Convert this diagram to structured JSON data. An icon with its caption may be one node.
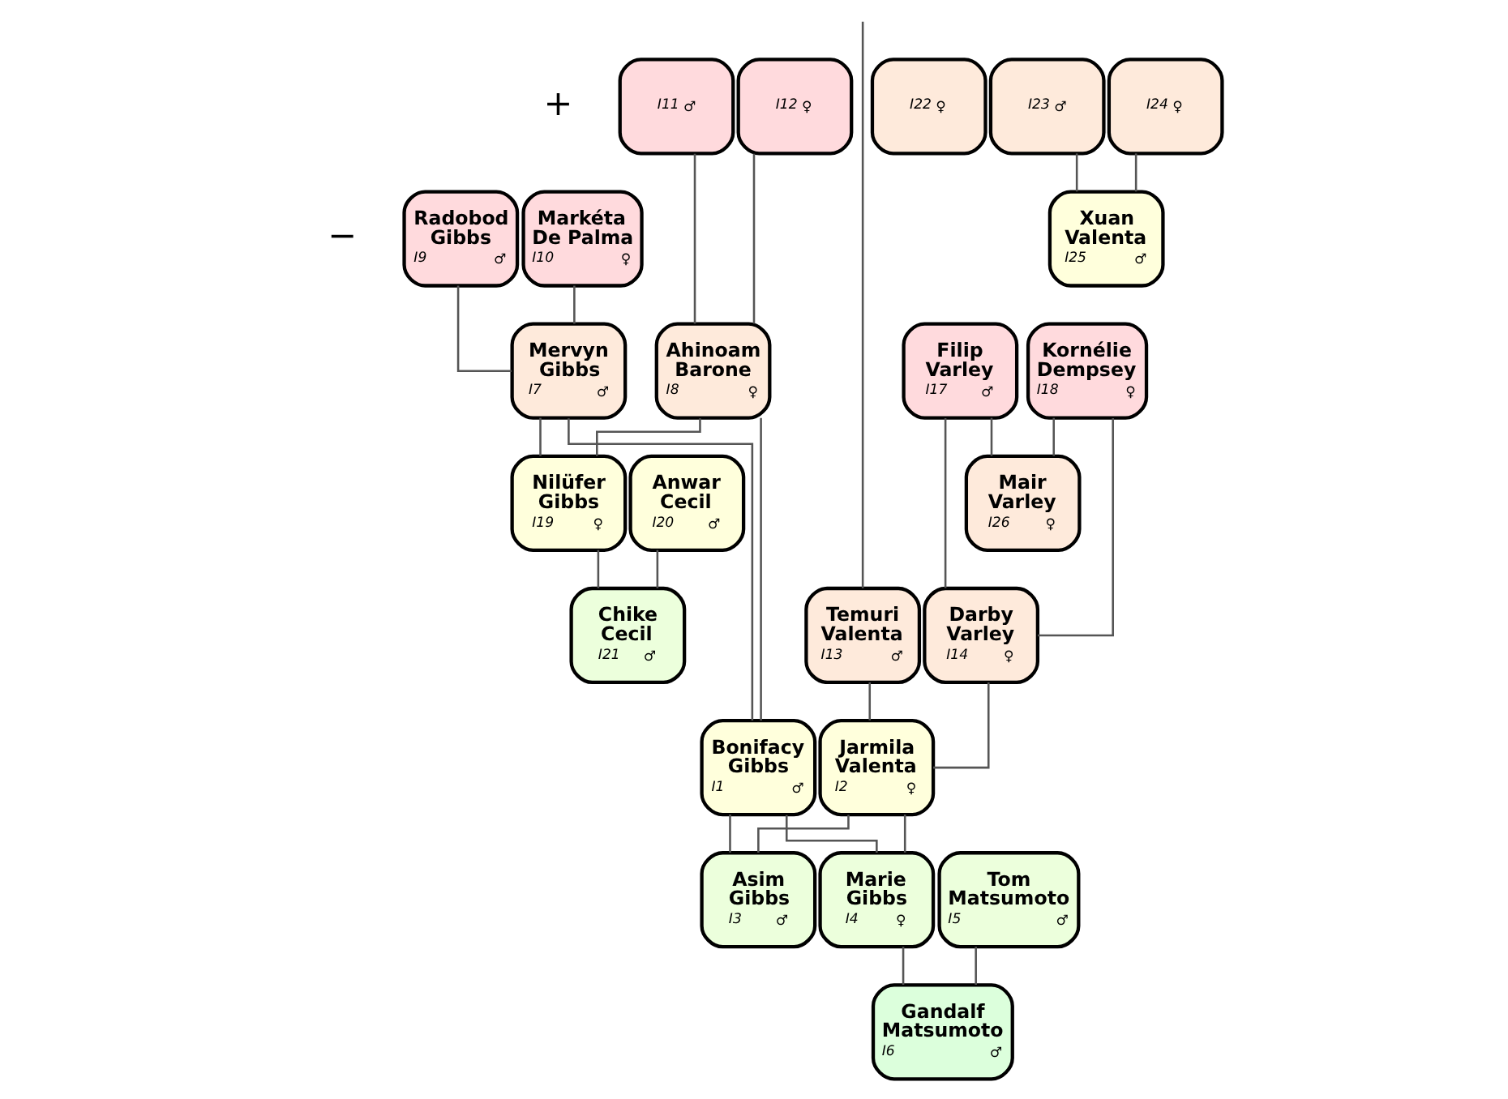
{
  "diagram": {
    "nodes": [
      {
        "text": [
          "I11",
          "♂"
        ]
      },
      {
        "text": [
          "I12",
          "♀"
        ]
      },
      {
        "text": [
          "I22",
          "♀"
        ]
      },
      {
        "text": [
          "I23",
          "♂"
        ]
      },
      {
        "text": [
          "I24",
          "♀"
        ]
      },
      {
        "text": [
          "Radobod Gibbs",
          "I9",
          "♂"
        ]
      },
      {
        "text": [
          "Markéta De Palma",
          "I10",
          "♀"
        ]
      },
      {
        "text": [
          "Xuan Valenta",
          "I25",
          "♂"
        ]
      },
      {
        "text": [
          "Mervyn Gibbs",
          "I7",
          "♂"
        ]
      },
      {
        "text": [
          "Ahinoam Barone",
          "I8",
          "♀"
        ]
      },
      {
        "text": [
          "Filip Varley",
          "I17",
          "♂"
        ]
      },
      {
        "text": [
          "Kornélie Dempsey",
          "I18",
          "♀"
        ]
      },
      {
        "text": [
          "Nilüfer Gibbs",
          "I19",
          "♀"
        ]
      },
      {
        "text": [
          "Anwar Cecil",
          "I20",
          "♂"
        ]
      },
      {
        "text": [
          "Mair Varley",
          "I26",
          "♀"
        ]
      },
      {
        "text": [
          "Chike Cecil",
          "I21",
          "♂"
        ]
      },
      {
        "text": [
          "Temuri Valenta",
          "I13",
          "♂"
        ]
      },
      {
        "text": [
          "Darby Varley",
          "I14",
          "♀"
        ]
      },
      {
        "text": [
          "Bonifacy Gibbs",
          "I1",
          "♂"
        ]
      },
      {
        "text": [
          "Jarmila Valenta",
          "I2",
          "♀"
        ]
      },
      {
        "text": [
          "Asim Gibbs",
          "I3",
          "♂"
        ]
      },
      {
        "text": [
          "Marie Gibbs",
          "I4",
          "♀"
        ]
      },
      {
        "text": [
          "Tom Matsumoto",
          "I5",
          "♂"
        ]
      },
      {
        "text": [
          "Gandalf Matsumoto",
          "I6",
          "♂"
        ]
      }
    ],
    "edges": [
      {
        "from": 0,
        "to": 9,
        "arrow": "none"
      },
      {
        "from": 1,
        "to": 9,
        "arrow": "none"
      },
      {
        "from": null,
        "to": 16,
        "arrow": "none"
      },
      {
        "from": 3,
        "to": 7,
        "arrow": "none"
      },
      {
        "from": 4,
        "to": 7,
        "arrow": "none"
      },
      {
        "from": 5,
        "to": 8,
        "arrow": "none"
      },
      {
        "from": 6,
        "to": 8,
        "arrow": "none"
      },
      {
        "from": 8,
        "to": 12,
        "arrow": "none"
      },
      {
        "from": 9,
        "to": 12,
        "arrow": "none"
      },
      {
        "from": 8,
        "to": 18,
        "arrow": "none"
      },
      {
        "from": 9,
        "to": 18,
        "arrow": "none"
      },
      {
        "from": 10,
        "to": 17,
        "arrow": "none"
      },
      {
        "from": 11,
        "to": 17,
        "arrow": "none"
      },
      {
        "from": 10,
        "to": 14,
        "arrow": "none"
      },
      {
        "from": 11,
        "to": 14,
        "arrow": "none"
      },
      {
        "from": 12,
        "to": 15,
        "arrow": "none"
      },
      {
        "from": 13,
        "to": 15,
        "arrow": "none"
      },
      {
        "from": 16,
        "to": 19,
        "arrow": "none"
      },
      {
        "from": 17,
        "to": 19,
        "arrow": "none"
      },
      {
        "from": 18,
        "to": 20,
        "arrow": "none"
      },
      {
        "from": 19,
        "to": 20,
        "arrow": "none"
      },
      {
        "from": 18,
        "to": 21,
        "arrow": "none"
      },
      {
        "from": 19,
        "to": 21,
        "arrow": "none"
      },
      {
        "from": 21,
        "to": 23,
        "arrow": "none"
      },
      {
        "from": 22,
        "to": 23,
        "arrow": "none"
      }
    ],
    "labels": [
      "+",
      "−"
    ]
  }
}
